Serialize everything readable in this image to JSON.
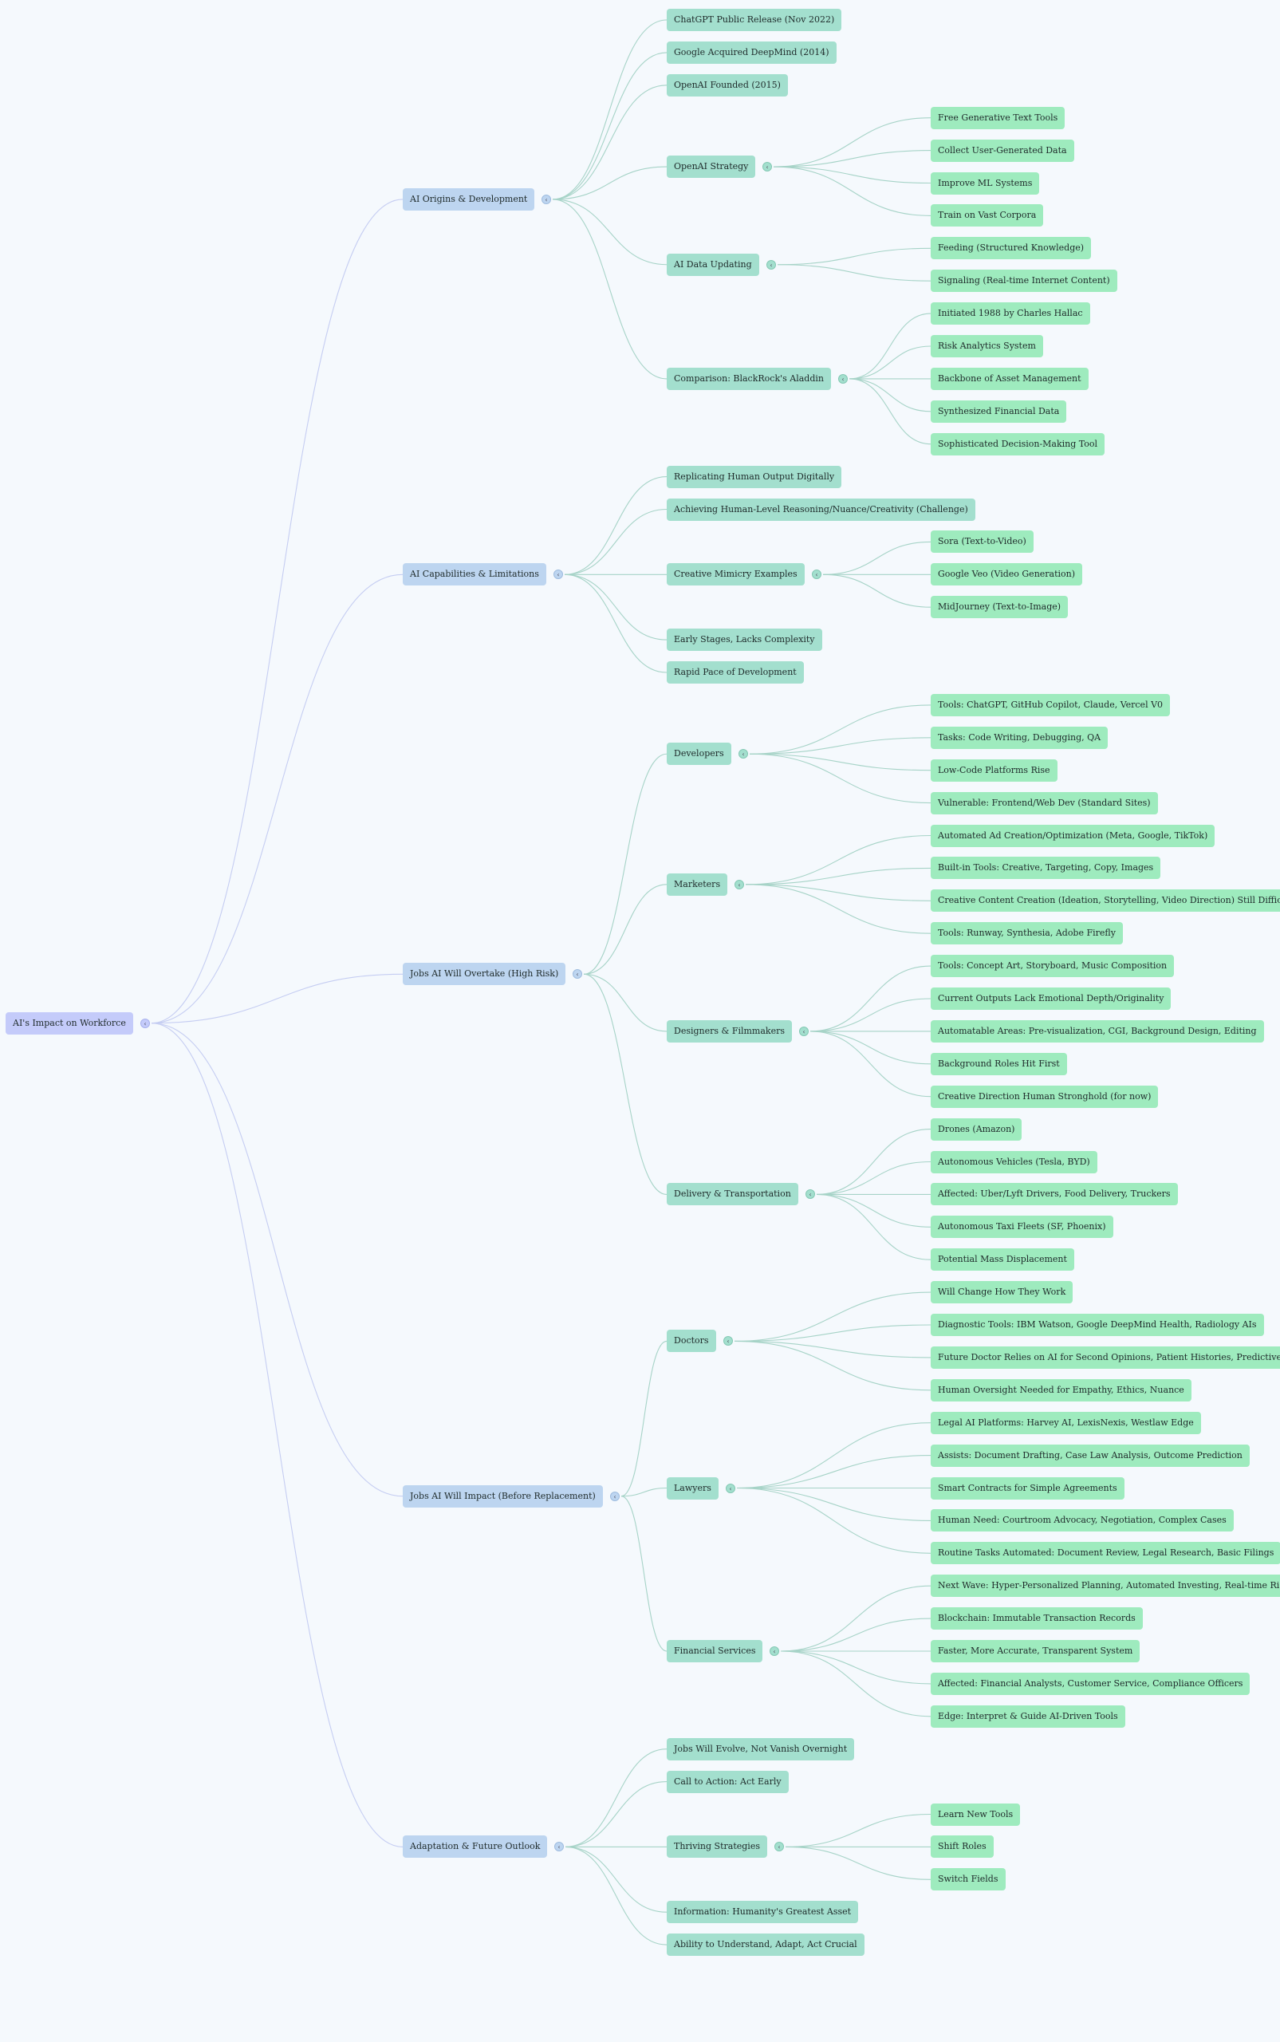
{
  "colors": {
    "background": "#f5f9fd",
    "root": "#c4cbfa",
    "level1": "#bdd5f0",
    "level2": "#a3dfce",
    "level3": "#9eebbe",
    "edge_root": "#c5cdf2",
    "edge_branch": "#a6d3c7"
  },
  "toggle_icon": "chevron-left-icon",
  "toggle_glyph": "‹",
  "mindmap": {
    "label": "AI's Impact on Workforce",
    "children": [
      {
        "label": "AI Origins & Development",
        "children": [
          {
            "label": "ChatGPT Public Release (Nov 2022)"
          },
          {
            "label": "Google Acquired DeepMind (2014)"
          },
          {
            "label": "OpenAI Founded (2015)"
          },
          {
            "label": "OpenAI Strategy",
            "children": [
              {
                "label": "Free Generative Text Tools"
              },
              {
                "label": "Collect User-Generated Data"
              },
              {
                "label": "Improve ML Systems"
              },
              {
                "label": "Train on Vast Corpora"
              }
            ]
          },
          {
            "label": "AI Data Updating",
            "children": [
              {
                "label": "Feeding (Structured Knowledge)"
              },
              {
                "label": "Signaling (Real-time Internet Content)"
              }
            ]
          },
          {
            "label": "Comparison: BlackRock's Aladdin",
            "children": [
              {
                "label": "Initiated 1988 by Charles Hallac"
              },
              {
                "label": "Risk Analytics System"
              },
              {
                "label": "Backbone of Asset Management"
              },
              {
                "label": "Synthesized Financial Data"
              },
              {
                "label": "Sophisticated Decision-Making Tool"
              }
            ]
          }
        ]
      },
      {
        "label": "AI Capabilities & Limitations",
        "children": [
          {
            "label": "Replicating Human Output Digitally"
          },
          {
            "label": "Achieving Human-Level Reasoning/Nuance/Creativity (Challenge)"
          },
          {
            "label": "Creative Mimicry Examples",
            "children": [
              {
                "label": "Sora (Text-to-Video)"
              },
              {
                "label": "Google Veo (Video Generation)"
              },
              {
                "label": "MidJourney (Text-to-Image)"
              }
            ]
          },
          {
            "label": "Early Stages, Lacks Complexity"
          },
          {
            "label": "Rapid Pace of Development"
          }
        ]
      },
      {
        "label": "Jobs AI Will Overtake (High Risk)",
        "children": [
          {
            "label": "Developers",
            "children": [
              {
                "label": "Tools: ChatGPT, GitHub Copilot, Claude, Vercel V0"
              },
              {
                "label": "Tasks: Code Writing, Debugging, QA"
              },
              {
                "label": "Low-Code Platforms Rise"
              },
              {
                "label": "Vulnerable: Frontend/Web Dev (Standard Sites)"
              }
            ]
          },
          {
            "label": "Marketers",
            "children": [
              {
                "label": "Automated Ad Creation/Optimization (Meta, Google, TikTok)"
              },
              {
                "label": "Built-in Tools: Creative, Targeting, Copy, Images"
              },
              {
                "label": "Creative Content Creation (Ideation, Storytelling, Video Direction) Still Difficult"
              },
              {
                "label": "Tools: Runway, Synthesia, Adobe Firefly"
              }
            ]
          },
          {
            "label": "Designers & Filmmakers",
            "children": [
              {
                "label": "Tools: Concept Art, Storyboard, Music Composition"
              },
              {
                "label": "Current Outputs Lack Emotional Depth/Originality"
              },
              {
                "label": "Automatable Areas: Pre-visualization, CGI, Background Design, Editing"
              },
              {
                "label": "Background Roles Hit First"
              },
              {
                "label": "Creative Direction Human Stronghold (for now)"
              }
            ]
          },
          {
            "label": "Delivery & Transportation",
            "children": [
              {
                "label": "Drones (Amazon)"
              },
              {
                "label": "Autonomous Vehicles (Tesla, BYD)"
              },
              {
                "label": "Affected: Uber/Lyft Drivers, Food Delivery, Truckers"
              },
              {
                "label": "Autonomous Taxi Fleets (SF, Phoenix)"
              },
              {
                "label": "Potential Mass Displacement"
              }
            ]
          }
        ]
      },
      {
        "label": "Jobs AI Will Impact (Before Replacement)",
        "children": [
          {
            "label": "Doctors",
            "children": [
              {
                "label": "Will Change How They Work"
              },
              {
                "label": "Diagnostic Tools: IBM Watson, Google DeepMind Health, Radiology AIs"
              },
              {
                "label": "Future Doctor Relies on AI for Second Opinions, Patient Histories, Predictive Care"
              },
              {
                "label": "Human Oversight Needed for Empathy, Ethics, Nuance"
              }
            ]
          },
          {
            "label": "Lawyers",
            "children": [
              {
                "label": "Legal AI Platforms: Harvey AI, LexisNexis, Westlaw Edge"
              },
              {
                "label": "Assists: Document Drafting, Case Law Analysis, Outcome Prediction"
              },
              {
                "label": "Smart Contracts for Simple Agreements"
              },
              {
                "label": "Human Need: Courtroom Advocacy, Negotiation, Complex Cases"
              },
              {
                "label": "Routine Tasks Automated: Document Review, Legal Research, Basic Filings"
              }
            ]
          },
          {
            "label": "Financial Services",
            "children": [
              {
                "label": "Next Wave: Hyper-Personalized Planning, Automated Investing, Real-time Risk Analysis"
              },
              {
                "label": "Blockchain: Immutable Transaction Records"
              },
              {
                "label": "Faster, More Accurate, Transparent System"
              },
              {
                "label": "Affected: Financial Analysts, Customer Service, Compliance Officers"
              },
              {
                "label": "Edge: Interpret & Guide AI-Driven Tools"
              }
            ]
          }
        ]
      },
      {
        "label": "Adaptation & Future Outlook",
        "children": [
          {
            "label": "Jobs Will Evolve, Not Vanish Overnight"
          },
          {
            "label": "Call to Action: Act Early"
          },
          {
            "label": "Thriving Strategies",
            "children": [
              {
                "label": "Learn New Tools"
              },
              {
                "label": "Shift Roles"
              },
              {
                "label": "Switch Fields"
              }
            ]
          },
          {
            "label": "Information: Humanity's Greatest Asset"
          },
          {
            "label": "Ability to Understand, Adapt, Act Crucial"
          }
        ]
      }
    ]
  }
}
